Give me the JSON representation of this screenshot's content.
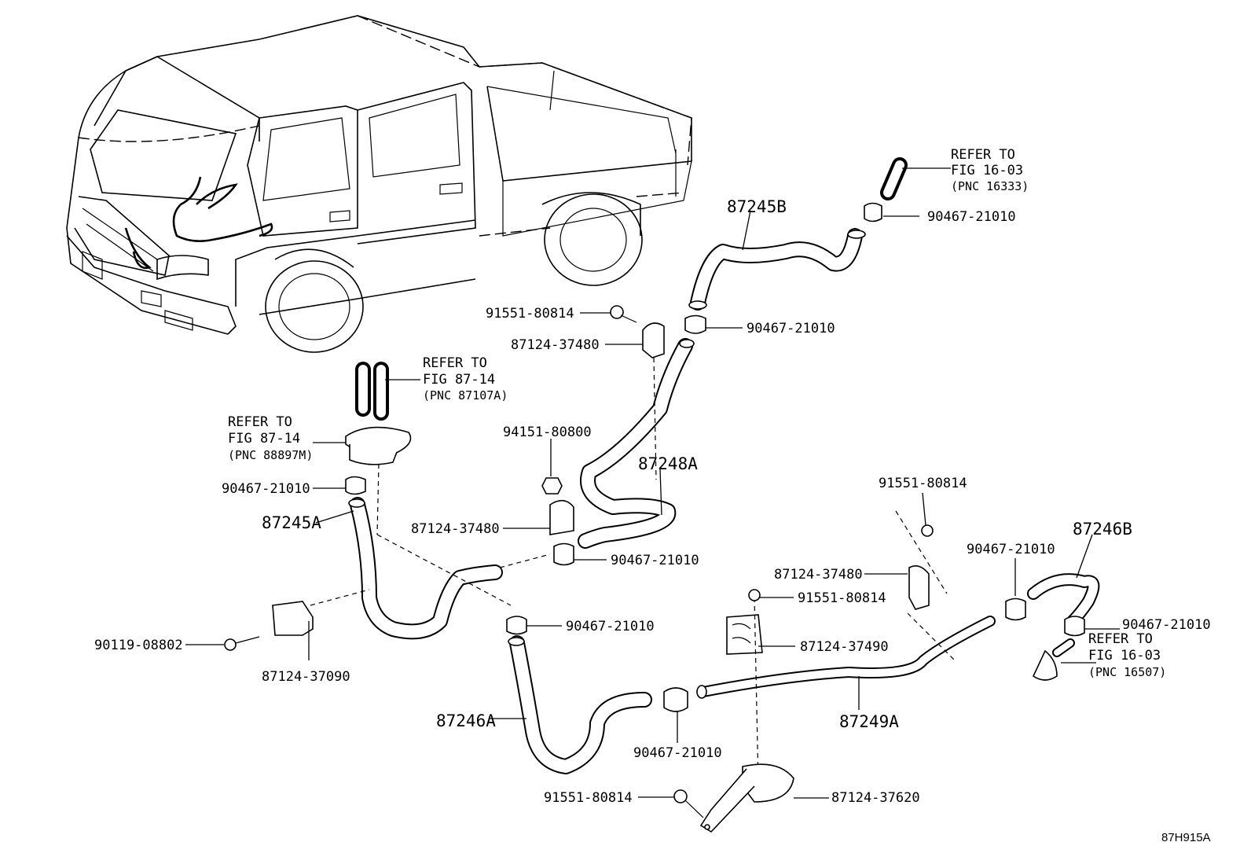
{
  "labels": {
    "p87245B": "87245B",
    "p87245A": "87245A",
    "p87246A": "87246A",
    "p87246B": "87246B",
    "p87248A": "87248A",
    "p87249A": "87249A",
    "c90467_a": "90467-21010",
    "c90467_b": "90467-21010",
    "c90467_c": "90467-21010",
    "c90467_d": "90467-21010",
    "c90467_e": "90467-21010",
    "c90467_f": "90467-21010",
    "c90467_g": "90467-21010",
    "c90467_h": "90467-21010",
    "b91551_a": "91551-80814",
    "b91551_b": "91551-80814",
    "b91551_c": "91551-80814",
    "b91551_d": "91551-80814",
    "k87124_37480_a": "87124-37480",
    "k87124_37480_b": "87124-37480",
    "k87124_37480_c": "87124-37480",
    "k87124_37490": "87124-37490",
    "k87124_37090": "87124-37090",
    "k87124_37620": "87124-37620",
    "n94151": "94151-80800",
    "s90119": "90119-08802"
  },
  "refs": {
    "ref1": {
      "line1": "REFER TO",
      "line2": "FIG 16-03",
      "line3": "(PNC 16333)"
    },
    "ref2": {
      "line1": "REFER TO",
      "line2": "FIG 87-14",
      "line3": "(PNC 87107A)"
    },
    "ref3": {
      "line1": "REFER TO",
      "line2": "FIG 87-14",
      "line3": "(PNC 88897M)"
    },
    "ref4": {
      "line1": "REFER TO",
      "line2": "FIG 16-03",
      "line3": "(PNC 16507)"
    }
  },
  "diagram_code": "87H915A"
}
